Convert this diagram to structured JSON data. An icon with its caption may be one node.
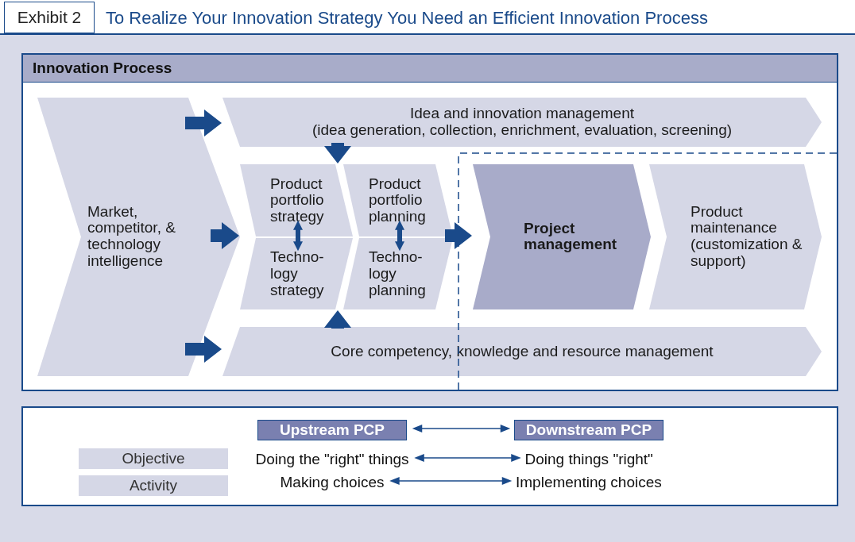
{
  "diagram": {
    "title": "To Realize Your Innovation Strategy You Need an Efficient Innovation Process",
    "nodes": [
      {
        "text": [
          "Innovation Process"
        ]
      },
      {
        "text": [
          "Market, competitor, & technology intelligence"
        ],
        "in": 0
      },
      {
        "text": [
          "Idea and innovation management",
          "(idea generation, collection, enrichment, evaluation, screening)"
        ],
        "in": 0
      },
      {
        "text": [
          "Product portfolio strategy"
        ],
        "in": 0
      },
      {
        "text": [
          "Product portfolio planning"
        ],
        "in": 0
      },
      {
        "text": [
          "Techno- logy strategy"
        ],
        "in": 0
      },
      {
        "text": [
          "Techno- logy planning"
        ],
        "in": 0
      },
      {
        "text": [
          "Project management"
        ],
        "in": 0
      },
      {
        "text": [
          "Product maintenance",
          "(customization & support)"
        ],
        "in": 0
      },
      {
        "text": [
          "Core competency, knowledge and resource management"
        ],
        "in": 0
      },
      {
        "text": [],
        "shape": "box"
      },
      {
        "text": [
          "Upstream PCP"
        ],
        "in": 10
      },
      {
        "text": [
          "Downstream PCP"
        ],
        "in": 10
      },
      {
        "text": [
          "Objective"
        ],
        "in": 10
      },
      {
        "text": [
          "Doing the \"right\" things"
        ],
        "in": 10
      },
      {
        "text": [
          "Doing things \"right\""
        ],
        "in": 10
      },
      {
        "text": [
          "Activity"
        ],
        "in": 10
      },
      {
        "text": [
          "Making choices"
        ],
        "in": 10
      },
      {
        "text": [
          "Implementing choices"
        ],
        "in": 10
      }
    ],
    "edges": [
      {
        "from": 1,
        "to": 2,
        "arrow": "to"
      },
      {
        "from": 1,
        "to": 3,
        "arrow": "to"
      },
      {
        "from": 1,
        "to": 9,
        "arrow": "to"
      },
      {
        "from": 2,
        "to": 3,
        "arrow": "to"
      },
      {
        "from": 9,
        "to": 5,
        "arrow": "to"
      },
      {
        "from": 3,
        "to": 5,
        "arrow": "both"
      },
      {
        "from": 4,
        "to": 6,
        "arrow": "both"
      },
      {
        "from": 4,
        "to": 7,
        "arrow": "to"
      },
      {
        "from": 11,
        "to": 12,
        "arrow": "both"
      },
      {
        "from": 14,
        "to": 15,
        "arrow": "both"
      },
      {
        "from": 17,
        "to": 18,
        "arrow": "both"
      }
    ],
    "labels": [
      "Exhibit 2"
    ]
  }
}
